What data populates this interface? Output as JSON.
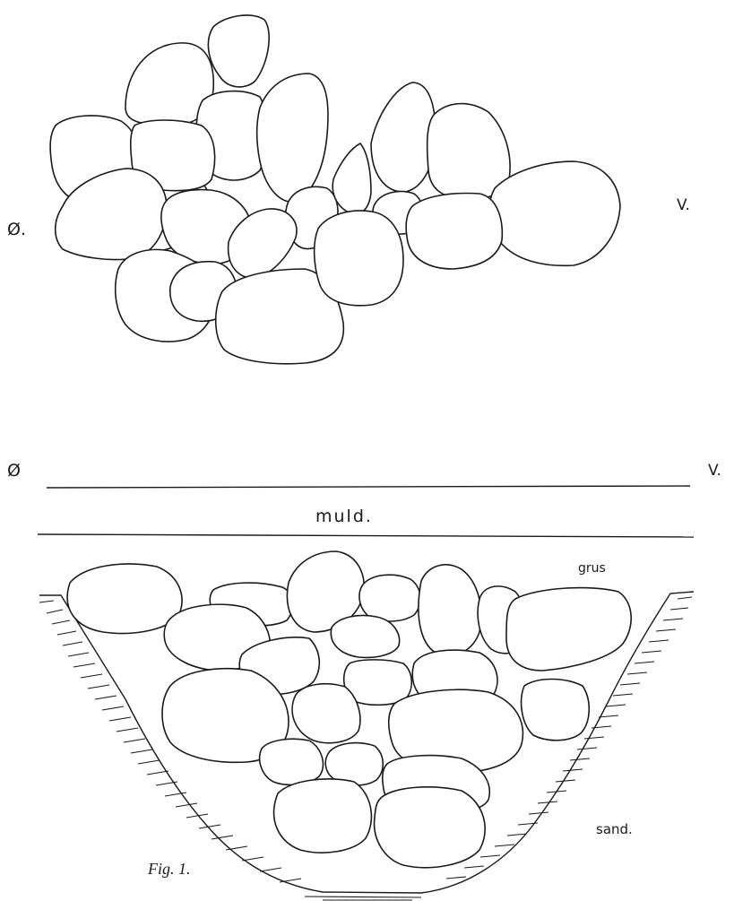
{
  "plan": {
    "label_west": "Ø.",
    "label_east": "V."
  },
  "section": {
    "label_west": "Ø",
    "label_east": "V.",
    "layer_top": "muld.",
    "layer_fill": "grus",
    "layer_bottom": "sand."
  },
  "caption": "Fig. 1."
}
